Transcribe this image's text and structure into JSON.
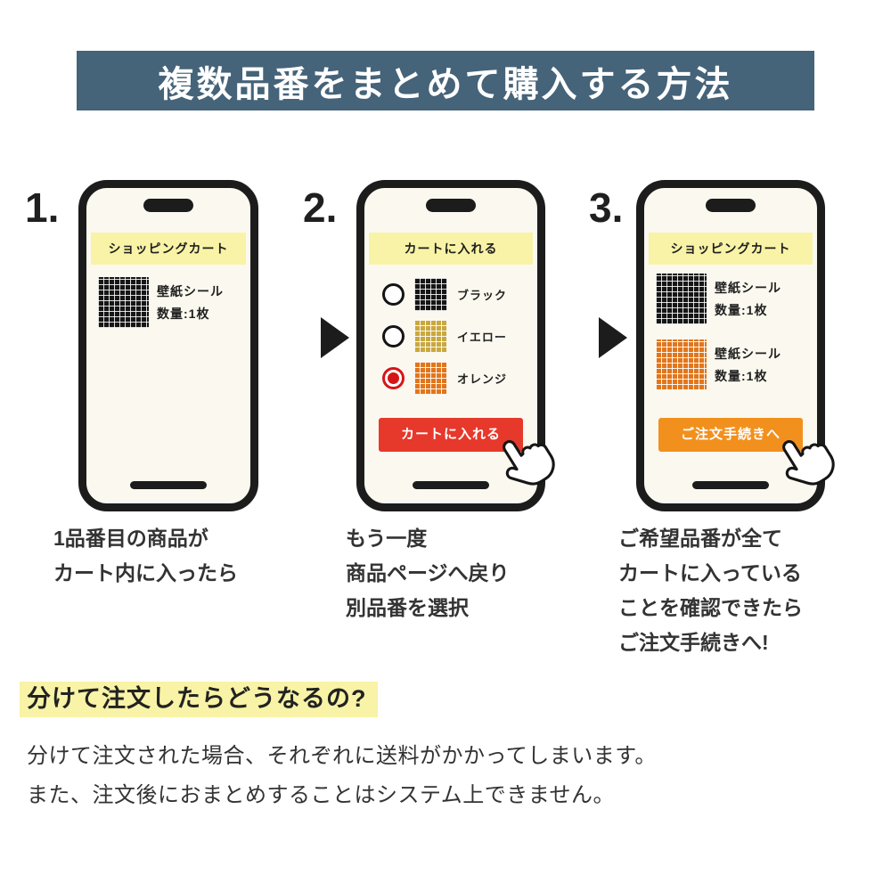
{
  "banner": {
    "title": "複数品番をまとめて購入する方法"
  },
  "steps": [
    {
      "number": "1.",
      "phone": {
        "header": "ショッピングカート",
        "products": [
          {
            "swatch": "black-grid",
            "name": "壁紙シール",
            "qty": "数量:1枚"
          }
        ]
      },
      "caption": [
        "1品番目の商品が",
        "カート内に入ったら"
      ]
    },
    {
      "number": "2.",
      "phone": {
        "header": "カートに入れる",
        "options": [
          {
            "label": "ブラック",
            "swatch": "black-grid",
            "selected": false
          },
          {
            "label": "イエロー",
            "swatch": "yellow-grid",
            "selected": false
          },
          {
            "label": "オレンジ",
            "swatch": "orange-grid",
            "selected": true
          }
        ],
        "button": {
          "label": "カートに入れる",
          "color": "#e6382b"
        }
      },
      "caption": [
        "もう一度",
        "商品ページへ戻り",
        "別品番を選択"
      ]
    },
    {
      "number": "3.",
      "phone": {
        "header": "ショッピングカート",
        "products": [
          {
            "swatch": "black-grid",
            "name": "壁紙シール",
            "qty": "数量:1枚"
          },
          {
            "swatch": "orange-grid",
            "name": "壁紙シール",
            "qty": "数量:1枚"
          }
        ],
        "button": {
          "label": "ご注文手続きへ",
          "color": "#f2901d"
        }
      },
      "caption": [
        "ご希望品番が全て",
        "カートに入っている",
        "ことを確認できたら",
        "ご注文手続きへ!"
      ]
    }
  ],
  "footer": {
    "heading": "分けて注文したらどうなるの?",
    "lines": [
      "分けて注文された場合、それぞれに送料がかかってしまいます。",
      "また、注文後におまとめすることはシステム上できません。"
    ]
  },
  "icons": {
    "arrow": "arrow-right-icon",
    "hand": "hand-cursor-icon"
  },
  "colors": {
    "banner_bg": "#456379",
    "phone_header_bg": "#f8f3a6",
    "highlight_bg": "#f8f3a6",
    "add_to_cart_button": "#e6382b",
    "checkout_button": "#f2901d",
    "radio_selected": "#d61518",
    "swatch_black": "#161616",
    "swatch_yellow": "#c9a83e",
    "swatch_orange": "#e2761b"
  }
}
